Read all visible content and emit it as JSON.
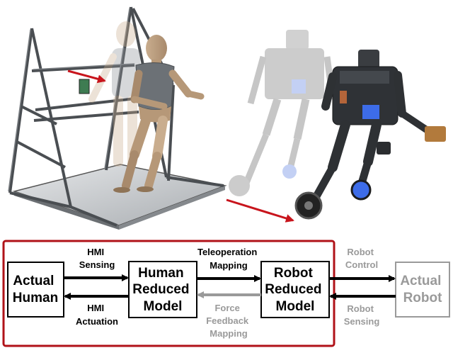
{
  "diagram": {
    "blocks": {
      "actual_human": [
        "Actual",
        "Human"
      ],
      "human_reduced_model": [
        "Human",
        "Reduced",
        "Model"
      ],
      "robot_reduced_model": [
        "Robot",
        "Reduced",
        "Model"
      ],
      "actual_robot": [
        "Actual",
        "Robot"
      ]
    },
    "arrow_labels": {
      "hmi_sensing": [
        "HMI",
        "Sensing"
      ],
      "hmi_actuation": [
        "HMI",
        "Actuation"
      ],
      "teleoperation_mapping": [
        "Teleoperation",
        "Mapping"
      ],
      "force_feedback_mapping": [
        "Force",
        "Feedback",
        "Mapping"
      ],
      "robot_control": [
        "Robot",
        "Control"
      ],
      "robot_sensing": [
        "Robot",
        "Sensing"
      ]
    },
    "colors": {
      "frame_red": "#b01218",
      "motion_arrow_red": "#c8141c",
      "active_black": "#000000",
      "inactive_gray": "#9a9a9a"
    }
  },
  "illustration": {
    "left": "human-machine-interface-rig-with-human-figure",
    "right": "wheeled-biped-robot-ghost-and-solid"
  }
}
